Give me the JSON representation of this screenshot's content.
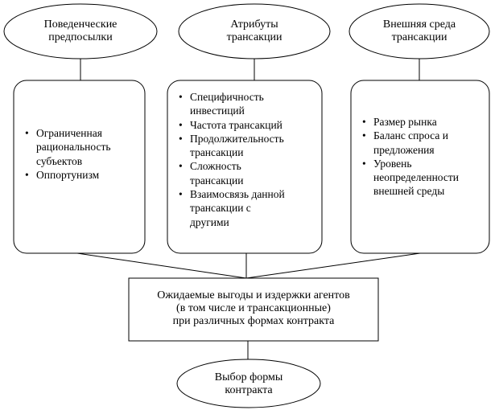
{
  "top_nodes": [
    {
      "lines": [
        "Поведенческие",
        "предпосылки"
      ]
    },
    {
      "lines": [
        "Атрибуты",
        "трансакции"
      ]
    },
    {
      "lines": [
        "Внешняя среда",
        "трансакции"
      ]
    }
  ],
  "factor_boxes": [
    {
      "items": [
        {
          "lines": [
            "Ограниченная",
            "рациональность",
            "субъектов"
          ]
        },
        {
          "lines": [
            "Оппортунизм"
          ]
        }
      ]
    },
    {
      "items": [
        {
          "lines": [
            "Специфичность",
            "инвестиций"
          ]
        },
        {
          "lines": [
            "Частота трансакций"
          ]
        },
        {
          "lines": [
            "Продолжительность",
            "трансакции"
          ]
        },
        {
          "lines": [
            "Сложность",
            "трансакции"
          ]
        },
        {
          "lines": [
            "Взаимосвязь данной",
            "трансакции с",
            "другими"
          ]
        }
      ]
    },
    {
      "items": [
        {
          "lines": [
            "Размер рынка"
          ]
        },
        {
          "lines": [
            "Баланс спроса и",
            "предложения"
          ]
        },
        {
          "lines": [
            "Уровень",
            "неопределенности",
            "внешней среды"
          ]
        }
      ]
    }
  ],
  "center_box": {
    "lines": [
      "Ожидаемые выгоды и издержки агентов",
      "(в том числе и трансакционные)",
      "при различных формах контракта"
    ]
  },
  "result_node": {
    "lines": [
      "Выбор формы",
      "контракта"
    ]
  }
}
